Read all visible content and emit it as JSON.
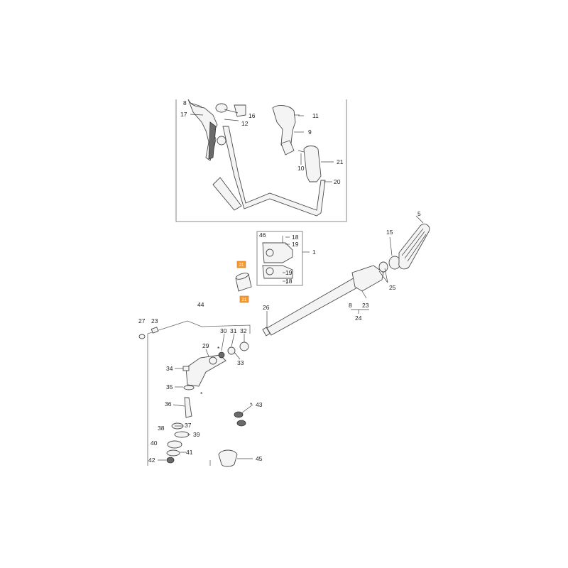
{
  "labels": [
    {
      "id": "8a",
      "text": "8"
    },
    {
      "id": "17",
      "text": "17"
    },
    {
      "id": "16",
      "text": "16"
    },
    {
      "id": "12",
      "text": "12"
    },
    {
      "id": "11",
      "text": "11"
    },
    {
      "id": "9",
      "text": "9"
    },
    {
      "id": "10",
      "text": "10"
    },
    {
      "id": "21",
      "text": "21"
    },
    {
      "id": "20",
      "text": "20"
    },
    {
      "id": "5",
      "text": "5"
    },
    {
      "id": "15",
      "text": "15"
    },
    {
      "id": "46",
      "text": "46"
    },
    {
      "id": "18a",
      "text": "18"
    },
    {
      "id": "19a",
      "text": "19"
    },
    {
      "id": "1",
      "text": "1"
    },
    {
      "id": "19b",
      "text": "19"
    },
    {
      "id": "18b",
      "text": "18"
    },
    {
      "id": "25",
      "text": "25"
    },
    {
      "id": "8b",
      "text": "8"
    },
    {
      "id": "23b",
      "text": "23"
    },
    {
      "id": "24",
      "text": "24"
    },
    {
      "id": "26",
      "text": "26"
    },
    {
      "id": "44",
      "text": "44"
    },
    {
      "id": "27",
      "text": "27"
    },
    {
      "id": "23a",
      "text": "23"
    },
    {
      "id": "30",
      "text": "30"
    },
    {
      "id": "31",
      "text": "31"
    },
    {
      "id": "32",
      "text": "32"
    },
    {
      "id": "29",
      "text": "29"
    },
    {
      "id": "33",
      "text": "33"
    },
    {
      "id": "34",
      "text": "34"
    },
    {
      "id": "35",
      "text": "35"
    },
    {
      "id": "36",
      "text": "36"
    },
    {
      "id": "37",
      "text": "37"
    },
    {
      "id": "38",
      "text": "38"
    },
    {
      "id": "39",
      "text": "39"
    },
    {
      "id": "40",
      "text": "40"
    },
    {
      "id": "41",
      "text": "41"
    },
    {
      "id": "42",
      "text": "42"
    },
    {
      "id": "43",
      "text": "43"
    },
    {
      "id": "45",
      "text": "45"
    }
  ],
  "highlight_tags": [
    {
      "id": "top",
      "text": "21"
    },
    {
      "id": "bottom",
      "text": "21"
    }
  ],
  "asterisk": "*",
  "colors": {
    "highlight": "#f39a33",
    "line": "#444444"
  }
}
